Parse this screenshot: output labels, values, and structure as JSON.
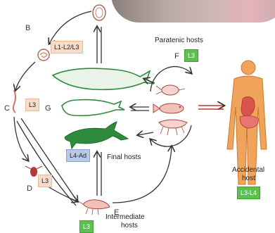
{
  "stages": {
    "a": {
      "letter": ""
    },
    "b": {
      "letter": "B",
      "badge": "L1-L2/L3"
    },
    "c": {
      "letter": "C",
      "badge": "L3"
    },
    "d": {
      "letter": "D",
      "badge": "L3"
    },
    "e": {
      "letter": "E",
      "badge": "L3"
    },
    "f": {
      "letter": "F",
      "badge": "L3"
    },
    "g": {
      "letter": "G",
      "badge": "L4-Ad"
    }
  },
  "labels": {
    "paratenic": "Paratenic hosts",
    "final": "Final hosts",
    "intermediate_line1": "Intermediate",
    "intermediate_line2": "hosts",
    "accidental_line1": "Accidental",
    "accidental_line2": "host",
    "accidental_badge": "L3-L4"
  },
  "colors": {
    "arrow": "#333333",
    "whale": "#2e8b3d",
    "seal": "#ffffff",
    "red": "#c0392b",
    "human": "#e08a3c"
  }
}
